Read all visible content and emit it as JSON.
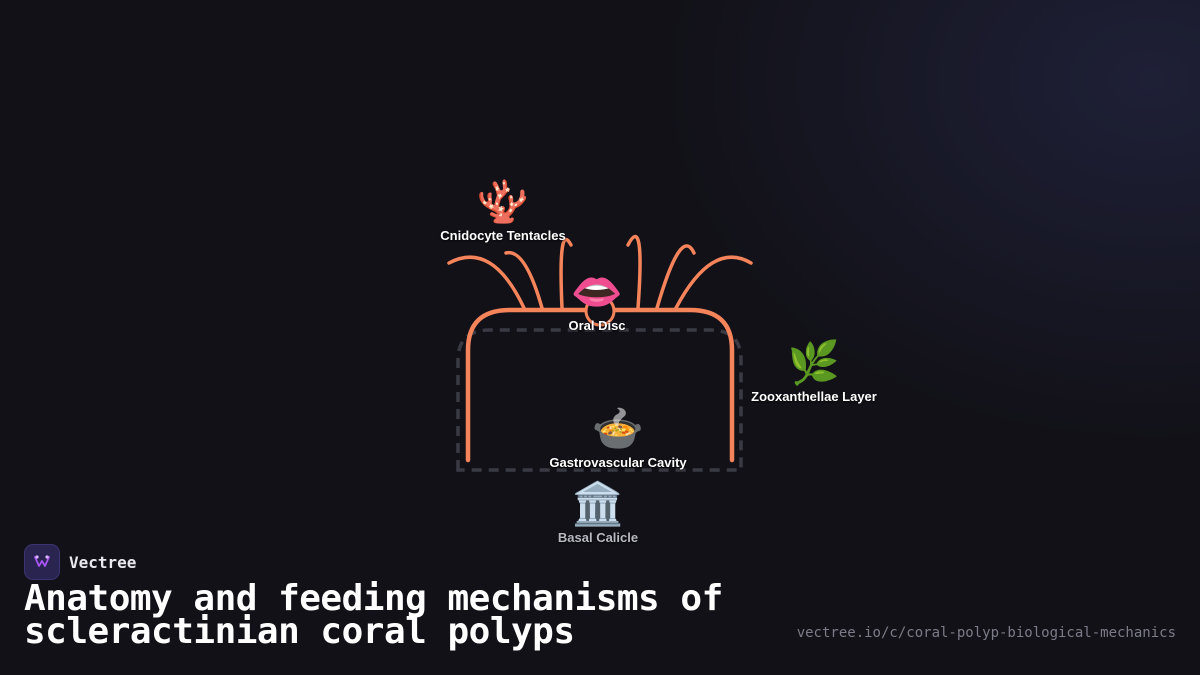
{
  "diagram": {
    "nodes": {
      "tentacles": {
        "icon": "🪸",
        "icon_name": "coral-icon",
        "label": "Cnidocyte Tentacles"
      },
      "oral_disc": {
        "icon": "👄",
        "icon_name": "mouth-icon",
        "label": "Oral Disc"
      },
      "zooxanthellae": {
        "icon": "🌿",
        "icon_name": "herb-icon",
        "label": "Zooxanthellae Layer"
      },
      "cavity": {
        "icon": "🍲",
        "icon_name": "stew-pot-icon",
        "label": "Gastrovascular Cavity"
      },
      "calicle": {
        "icon": "🏛️",
        "icon_name": "classical-building-icon",
        "label": "Basal Calicle"
      }
    },
    "colors": {
      "polyp_outline": "#f5845a",
      "calicle_outline": "#3a3a44"
    }
  },
  "brand": {
    "name": "Vectree"
  },
  "title": "Anatomy and feeding mechanisms of scleractinian coral polyps",
  "url": "vectree.io/c/coral-polyp-biological-mechanics"
}
